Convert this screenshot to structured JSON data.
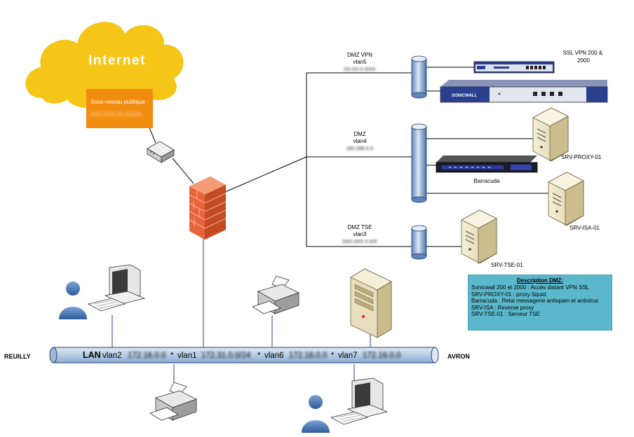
{
  "cloud": {
    "label": "Internet"
  },
  "public_subnet": {
    "label": "Sous-reseau publique :",
    "ip": "XXX.XXX.XX.XX/XX"
  },
  "dmz_vpn": {
    "title": "DMZ VPN",
    "vlan": "vlan5",
    "ip": "XX.XX.X.X/XX"
  },
  "dmz": {
    "title": "DMZ",
    "vlan": "vlan4",
    "ip": "192.168.X.X"
  },
  "dmz_tse": {
    "title": "DMZ TSE",
    "vlan": "vlan3",
    "ip": "XXX.XXX.X.X/X"
  },
  "devices": {
    "ssl_vpn": "SSL VPN 200 &\n2000",
    "sonicwall_brand": "SONICWALL",
    "srv_proxy": "SRV-PROXY-01",
    "barracuda": "Barracuda",
    "srv_isa": "SRV-ISA-01",
    "srv_tse": "SRV-TSE-01"
  },
  "description": {
    "title": "Description DMZ:",
    "lines": [
      "Sonicwall 200 et 2000 : Accès distant VPN SSL",
      "SRV-PROXY-01 : proxy Squid",
      "Barracuda : Relai messagerie antispam et antivirus",
      "SRV-ISA : Reverse proxy",
      "SRV-TSE-01 : Serveur TSE"
    ]
  },
  "lan": {
    "site_left": "REUILLY",
    "site_right": "AVRON",
    "label": "LAN",
    "segments": [
      {
        "vlan": "vlan2",
        "ip": "172.16.0.0",
        "sep": ""
      },
      {
        "vlan": "vlan1",
        "ip": "172.31.0.0/24",
        "sep": "*"
      },
      {
        "vlan": "vlan6",
        "ip": "172.16.0.0",
        "sep": "*"
      },
      {
        "vlan": "vlan7",
        "ip": "172.16.0.0",
        "sep": "*"
      }
    ]
  },
  "colors": {
    "cloud": "#f5c518",
    "orange_box": "#f28c0f",
    "bus_fill": "#b9cde6",
    "bus_stroke": "#1f3f73",
    "desc_box": "#5bb8cc",
    "firewall": "#e8633a"
  }
}
